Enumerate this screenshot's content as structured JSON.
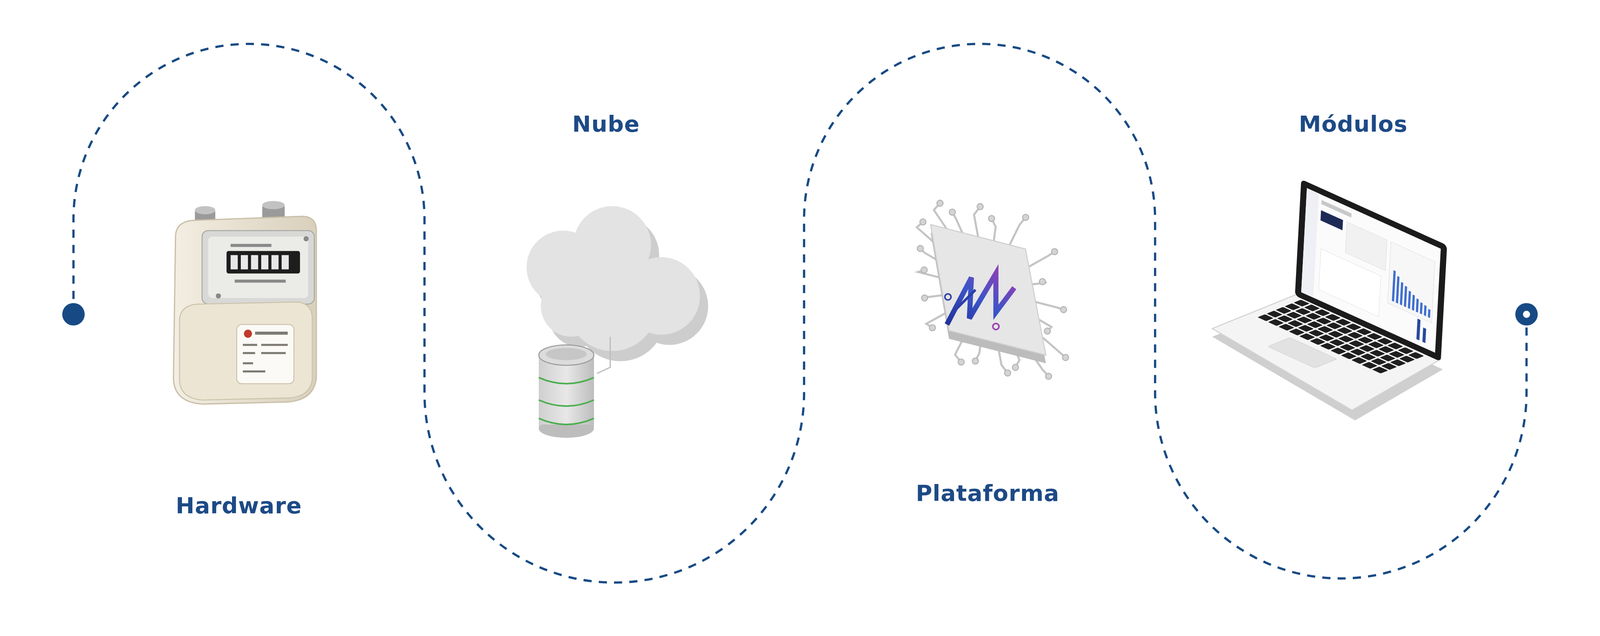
{
  "diagram": {
    "labels": [
      "Hardware",
      "Nube",
      "Plataforma",
      "Módulos"
    ]
  }
}
